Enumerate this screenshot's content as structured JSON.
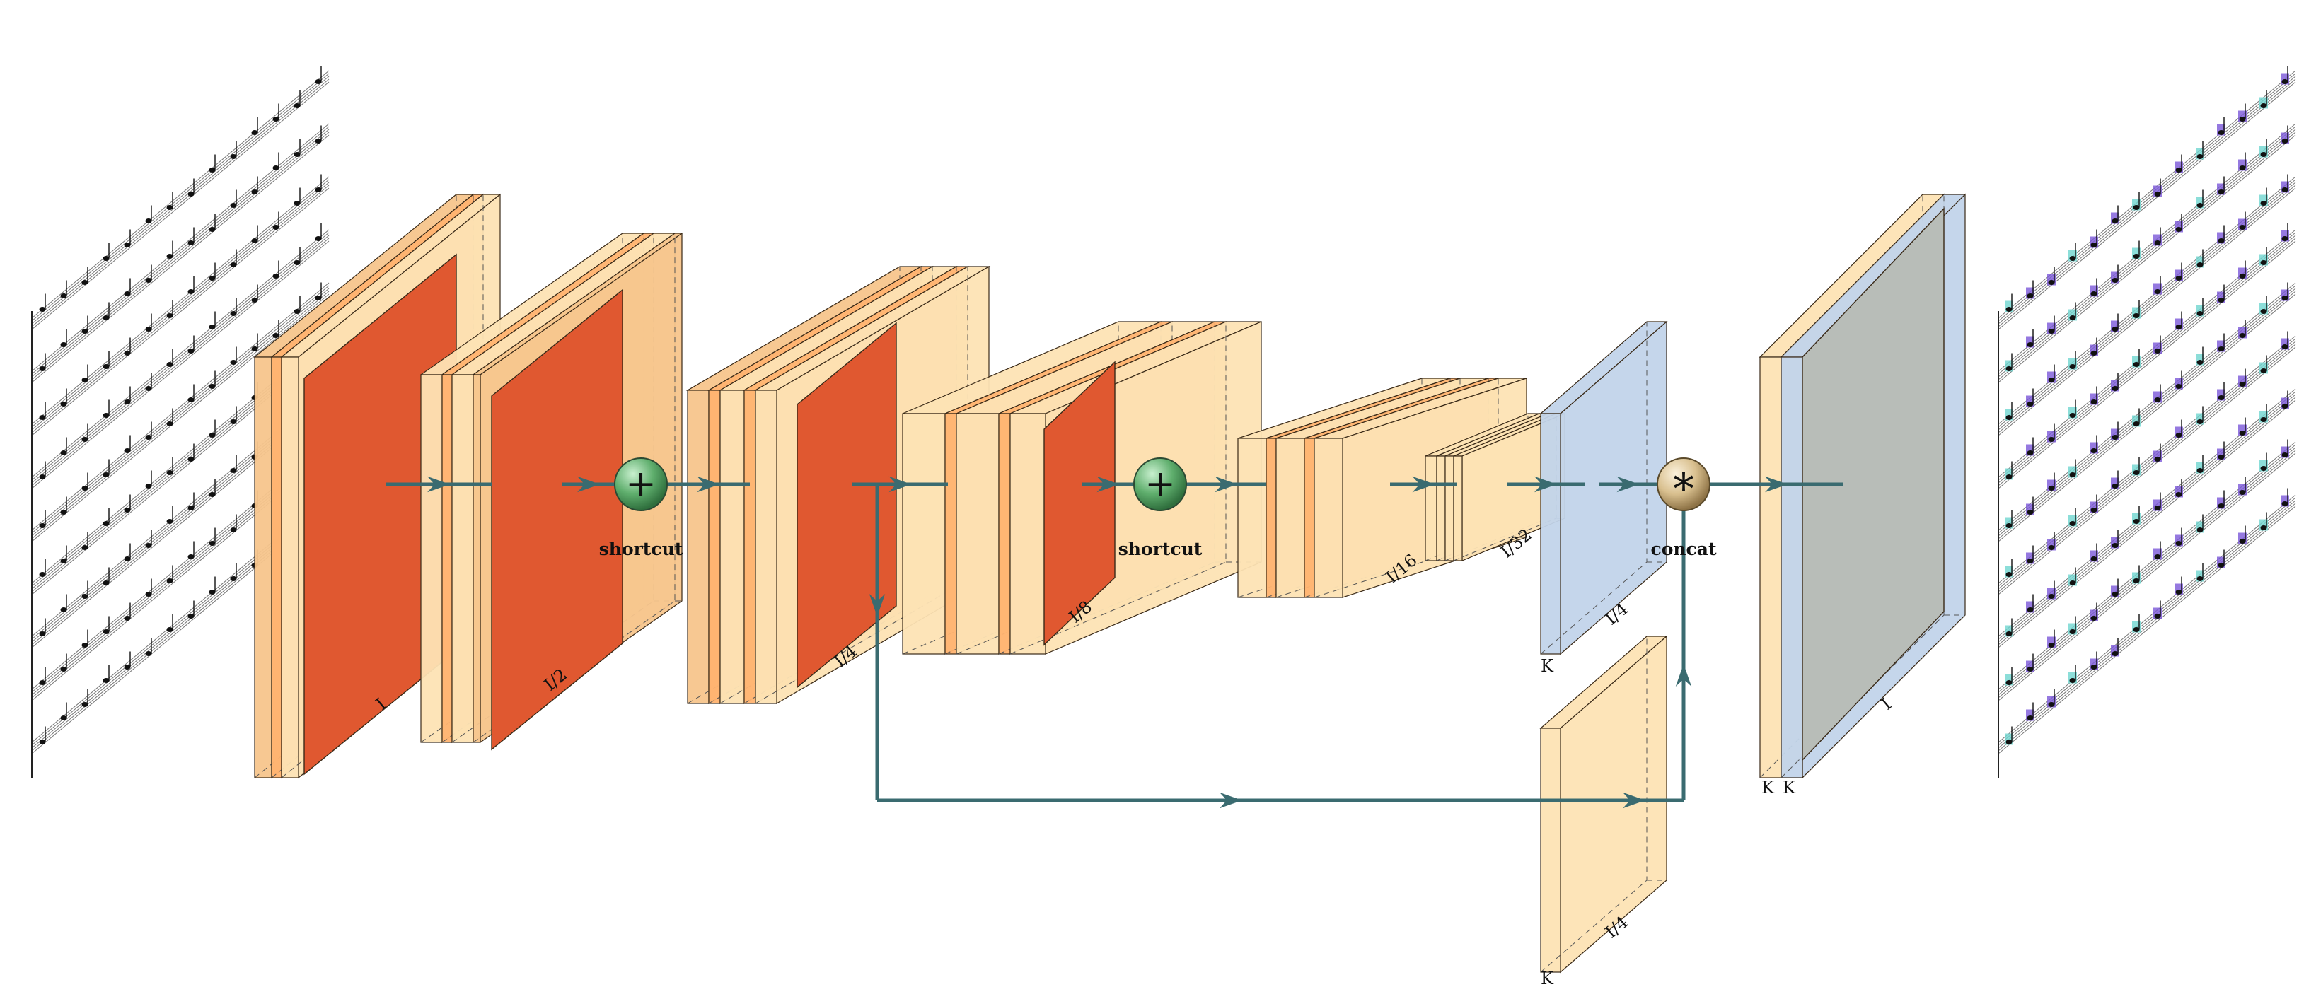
{
  "colors": {
    "conv": "#fde3b4",
    "conv_dark": "#f7c58c",
    "relu": "#ffb370",
    "pool": "#e05830",
    "output_blue": "#c2d4ea",
    "output_gray": "#b8bdb8",
    "arrow": "#3a6b70",
    "shortcut_node": "#5fae6d",
    "concat_node": "#d9c08f"
  },
  "icons": {
    "sum_node": "plus-icon",
    "concat_node": "asterisk-icon",
    "input_sheet": "sheet-music-icon",
    "output_sheet": "segmented-sheet-music-icon"
  },
  "labels": {
    "shortcut_1": "shortcut",
    "shortcut_2": "shortcut",
    "concat": "concat",
    "plus_symbol": "+",
    "star_symbol": "*",
    "block1_size": "I",
    "block2_size": "I/2",
    "block3_size": "I/4",
    "block4_size": "I/8",
    "block5_size": "I/16",
    "block6_size": "I/32",
    "blue_panel_size": "I/4",
    "blue_panel_depth": "K",
    "skip_panel_size": "I/4",
    "skip_panel_depth": "K",
    "output_size": "I",
    "output_depth_1": "K",
    "output_depth_2": "K"
  }
}
